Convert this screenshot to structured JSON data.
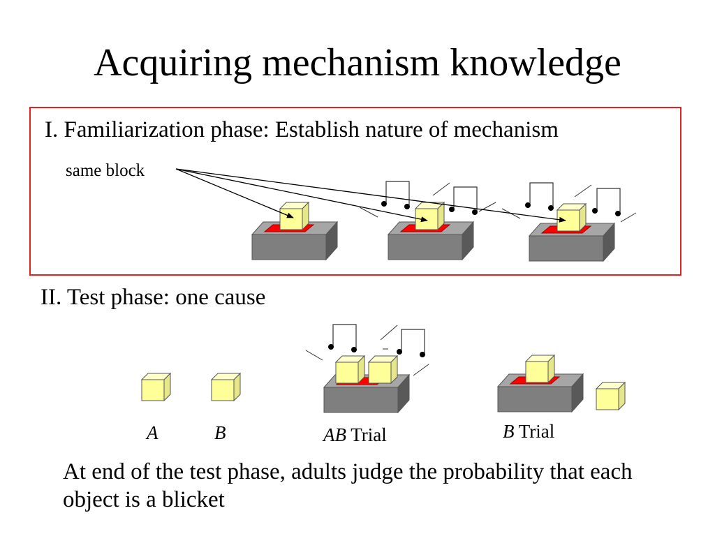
{
  "slide": {
    "title": "Acquiring mechanism knowledge",
    "familiarization": {
      "heading": "I. Familiarization phase: Establish nature of mechanism",
      "annotation": "same block"
    },
    "test": {
      "heading": "II. Test phase: one cause",
      "object_a": "A",
      "object_b": "B",
      "ab_trial_italic": "AB",
      "ab_trial_word": " Trial",
      "b_trial_italic": "B",
      "b_trial_word": " Trial"
    },
    "conclusion": "At end of the test phase, adults judge the probability that each object is a blicket"
  },
  "colors": {
    "frame": "#e52222",
    "detector_top": "#a6a6a6",
    "detector_front": "#7f7f7f",
    "detector_side": "#595959",
    "detector_pad": "#ff0000",
    "block_front": "#ffff99",
    "block_top": "#ffffcc",
    "block_side": "#e6e68a"
  },
  "icons": {
    "music": "music-note-icon",
    "detector": "blicket-detector-icon",
    "block": "block-icon"
  }
}
